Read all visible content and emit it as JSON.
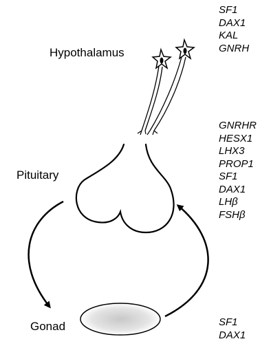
{
  "organs": {
    "hypothalamus": "Hypothalamus",
    "pituitary": "Pituitary",
    "gonad": "Gonad"
  },
  "genes": {
    "hypothalamus": [
      "SF1",
      "DAX1",
      "KAL",
      "GNRH"
    ],
    "pituitary": [
      "GNRHR",
      "HESX1",
      "LHX3",
      "PROP1",
      "SF1",
      "DAX1",
      "LHβ",
      "FSHβ"
    ],
    "gonad": [
      "SF1",
      "DAX1"
    ]
  },
  "colors": {
    "ink": "#000000",
    "background": "#ffffff",
    "gonad_fill": "#c8c8c8"
  }
}
